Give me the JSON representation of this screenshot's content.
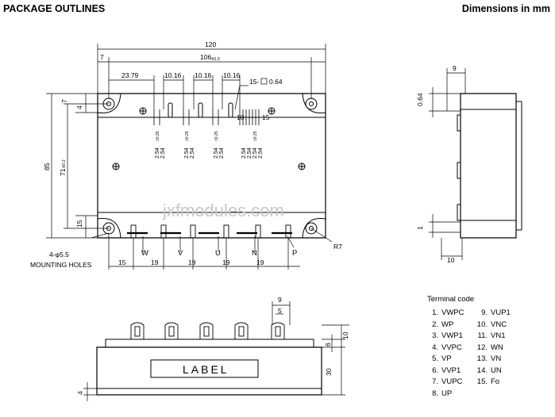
{
  "header": {
    "title": "PACKAGE OUTLINES",
    "units": "Dimensions in mm"
  },
  "top_view": {
    "dims": {
      "overall_width": "120",
      "inner_width": "106",
      "inner_width_tol": "±0.3",
      "left_offset": "7",
      "first_terminal": "23.79",
      "pitch_1": "10.16",
      "pitch_2": "10.16",
      "pitch_3": "10.16",
      "signal_pins_tol": "15-",
      "signal_pin_square": "0.64",
      "height": "85",
      "inner_height": "71",
      "inner_height_tol": "±0.2",
      "hole_offset_top": "7",
      "hole_offset_top_inner": "4",
      "hole_offset_bottom": "15",
      "pin_10": "10",
      "pin_15": "15",
      "pitch_254_a": "2.54",
      "pitch_254_tol": "±0.25",
      "bottom_15": "15",
      "bottom_19a": "19",
      "bottom_19b": "19",
      "bottom_19c": "19",
      "bottom_19d": "19",
      "radius": "R7"
    },
    "terminals": [
      "W",
      "V",
      "U",
      "N",
      "P"
    ],
    "mounting_holes": "4-φ5.5",
    "mounting_holes_label": "MOUNTING HOLES"
  },
  "watermark": "jxfmodules.com",
  "side_view": {
    "dim_9": "9",
    "dim_064": "0.64",
    "dim_1": "1",
    "dim_10": "10"
  },
  "front_view": {
    "label": "LABEL",
    "dim_9": "9",
    "dim_5": "5",
    "dim_6": "6",
    "dim_10": "10",
    "dim_30": "30",
    "dim_4": "4"
  },
  "terminal_code": {
    "title": "Terminal code",
    "items": [
      {
        "num": "1.",
        "name": "VWPC"
      },
      {
        "num": "9.",
        "name": "VUP1"
      },
      {
        "num": "2.",
        "name": "WP"
      },
      {
        "num": "10.",
        "name": "VNC"
      },
      {
        "num": "3.",
        "name": "VWP1"
      },
      {
        "num": "11.",
        "name": "VN1"
      },
      {
        "num": "4.",
        "name": "VVPC"
      },
      {
        "num": "12.",
        "name": "WN"
      },
      {
        "num": "5.",
        "name": "VP"
      },
      {
        "num": "13.",
        "name": "VN"
      },
      {
        "num": "6.",
        "name": "VVP1"
      },
      {
        "num": "14.",
        "name": "UN"
      },
      {
        "num": "7.",
        "name": "VUPC"
      },
      {
        "num": "15.",
        "name": "Fo"
      },
      {
        "num": "8.",
        "name": "UP"
      },
      {
        "num": "",
        "name": ""
      }
    ]
  }
}
